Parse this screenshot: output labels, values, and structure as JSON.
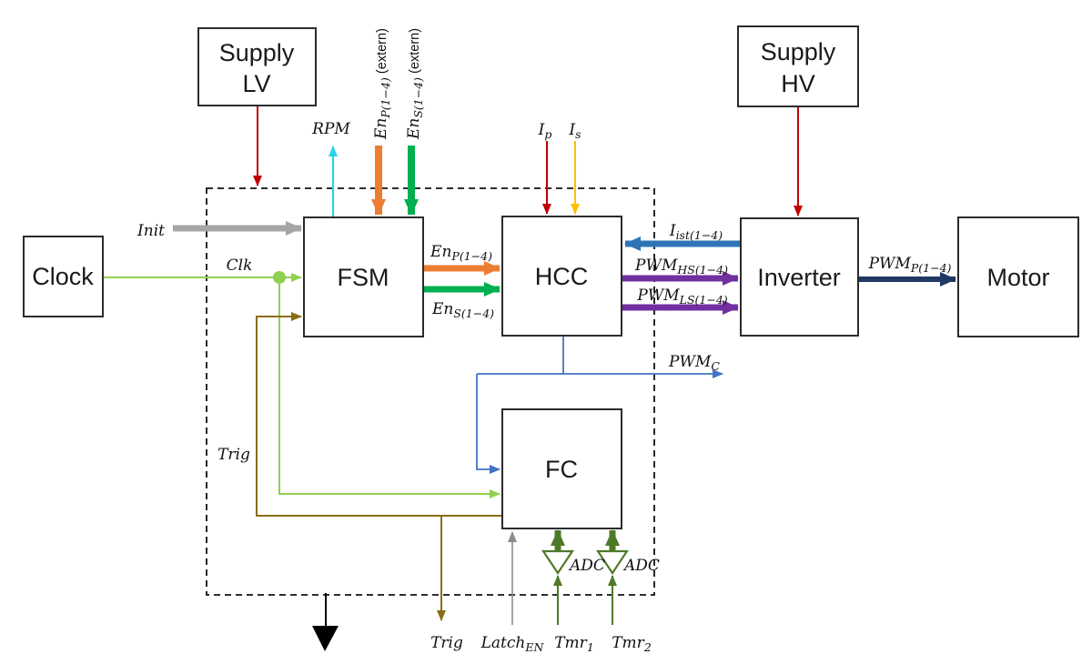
{
  "diagram": {
    "blocks": {
      "supply_lv": {
        "line1": "Supply",
        "line2": "LV"
      },
      "supply_hv": {
        "line1": "Supply",
        "line2": "HV"
      },
      "clock": {
        "label": "Clock"
      },
      "fsm": {
        "label": "FSM"
      },
      "hcc": {
        "label": "HCC"
      },
      "fc": {
        "label": "FC"
      },
      "inverter": {
        "label": "Inverter"
      },
      "motor": {
        "label": "Motor"
      }
    },
    "signals": {
      "rpm": {
        "main": "RPM"
      },
      "en_p_extern": {
        "main": "En",
        "sub": "P(1−4)",
        "tail": " (extern)"
      },
      "en_s_extern": {
        "main": "En",
        "sub": "S(1−4)",
        "tail": " (extern)"
      },
      "i_p": {
        "main": "I",
        "sub": "p"
      },
      "i_s": {
        "main": "I",
        "sub": "s"
      },
      "init": {
        "main": "Init"
      },
      "clk": {
        "main": "Clk"
      },
      "en_p": {
        "main": "En",
        "sub": "P(1−4)"
      },
      "en_s": {
        "main": "En",
        "sub": "S(1−4)"
      },
      "i_ist": {
        "main": "I",
        "sub": "ist(1−4)"
      },
      "pwm_hs": {
        "main": "PWM",
        "sub": "HS(1−4)"
      },
      "pwm_ls": {
        "main": "PWM",
        "sub": "LS(1−4)"
      },
      "pwm_p": {
        "main": "PWM",
        "sub": "P(1−4)"
      },
      "pwm_c": {
        "main": "PWM",
        "sub": "C"
      },
      "trig_left": {
        "main": "Trig"
      },
      "trig_bottom": {
        "main": "Trig"
      },
      "latch_en": {
        "main": "Latch",
        "sub": "EN"
      },
      "tmr1": {
        "main": "Tmr",
        "sub": "1"
      },
      "tmr2": {
        "main": "Tmr",
        "sub": "2"
      },
      "adc1": {
        "main": "ADC"
      },
      "adc2": {
        "main": "ADC"
      }
    },
    "colors": {
      "red": "#C00000",
      "yellow": "#FFC000",
      "cyan": "#2BD3EA",
      "orange": "#ED7D31",
      "green": "#00B050",
      "light_green": "#92D050",
      "init_gray": "#A6A6A6",
      "latch_gray": "#8C8C8C",
      "trig_olive": "#8A6D15",
      "ist_blue": "#2E75B6",
      "pwm_c_blue": "#4472C4",
      "purple": "#7030A0",
      "navy": "#1F3864",
      "adc_green": "#4E7A28",
      "black": "#000000"
    }
  }
}
